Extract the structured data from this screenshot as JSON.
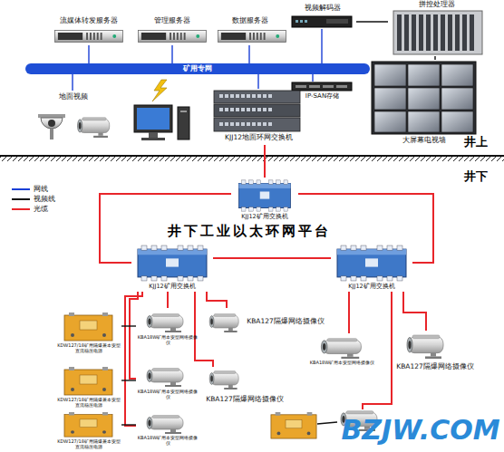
{
  "diagram": {
    "nodes": [
      {
        "text": [
          "流媒体转发服务器"
        ]
      },
      {
        "text": [
          "管理服务器"
        ]
      },
      {
        "text": [
          "数据服务器"
        ]
      },
      {
        "text": [
          "视频解码器"
        ]
      },
      {
        "text": [
          "拼控处理器"
        ]
      },
      {
        "text": [
          "矿用专网"
        ]
      },
      {
        "text": [
          "地面视频"
        ]
      },
      {
        "text": [
          "IP-SAN存储"
        ]
      },
      {
        "text": [
          "KJJ12地面环网交换机"
        ]
      },
      {
        "text": [
          "大屏幕电视墙"
        ]
      },
      {
        "text": [
          "KJJ12矿用交换机"
        ]
      },
      {
        "text": [
          "KJJ12矿用交换机"
        ]
      },
      {
        "text": [
          "KJJ12矿用交换机"
        ]
      },
      {
        "text": [
          "KDW127/18矿用隔爆兼本安型直流稳压电源"
        ]
      },
      {
        "text": [
          "KBA18W矿用本安型网络摄像仪"
        ]
      },
      {
        "text": [
          "KBA127隔爆网络摄像仪"
        ]
      },
      {
        "text": [
          "KDW127/18矿用隔爆兼本安型直流稳压电源"
        ]
      },
      {
        "text": [
          "KBA18W矿用本安型网络摄像仪"
        ]
      },
      {
        "text": [
          "KBA127隔爆网络摄像仪"
        ]
      },
      {
        "text": [
          "KDW127/18矿用隔爆兼本安型直流稳压电源"
        ]
      },
      {
        "text": [
          "KBA18W矿用本安型网络摄像仪"
        ]
      },
      {
        "text": [
          "KBA18W矿用本安型网络摄像仪"
        ]
      },
      {
        "text": [
          "KBA127隔爆网络摄像仪"
        ]
      }
    ],
    "edges": [
      {
        "from": 0,
        "to": 5,
        "arrow": "none"
      },
      {
        "from": 1,
        "to": 5,
        "arrow": "none"
      },
      {
        "from": 2,
        "to": 5,
        "arrow": "none"
      },
      {
        "from": 5,
        "to": 3,
        "arrow": "none"
      },
      {
        "from": 3,
        "to": 4,
        "arrow": "none"
      },
      {
        "from": 4,
        "to": 9,
        "arrow": "none"
      },
      {
        "from": 6,
        "to": 5,
        "arrow": "none"
      },
      {
        "from": 7,
        "to": 5,
        "arrow": "none"
      },
      {
        "from": 5,
        "to": 8,
        "arrow": "none"
      },
      {
        "from": 8,
        "to": 10,
        "arrow": "none"
      },
      {
        "from": 10,
        "to": 11,
        "arrow": "none"
      },
      {
        "from": 10,
        "to": 12,
        "arrow": "none"
      },
      {
        "from": 11,
        "to": 12,
        "arrow": "none"
      },
      {
        "from": 11,
        "to": 14,
        "arrow": "none"
      },
      {
        "from": 11,
        "to": 15,
        "arrow": "none"
      },
      {
        "from": 11,
        "to": 17,
        "arrow": "none"
      },
      {
        "from": 11,
        "to": 18,
        "arrow": "none"
      },
      {
        "from": 11,
        "to": 20,
        "arrow": "none"
      },
      {
        "from": 13,
        "to": 14,
        "arrow": "none"
      },
      {
        "from": 16,
        "to": 17,
        "arrow": "none"
      },
      {
        "from": 19,
        "to": 20,
        "arrow": "none"
      },
      {
        "from": 12,
        "to": 21,
        "arrow": "none"
      },
      {
        "from": 12,
        "to": 22,
        "arrow": "none"
      }
    ],
    "labels": [
      "井上",
      "井下",
      "井下工业以太环网平台",
      "BZJW.COM"
    ],
    "legend": [
      {
        "text": "网线"
      },
      {
        "text": "视频线"
      },
      {
        "text": "光缆"
      }
    ]
  }
}
